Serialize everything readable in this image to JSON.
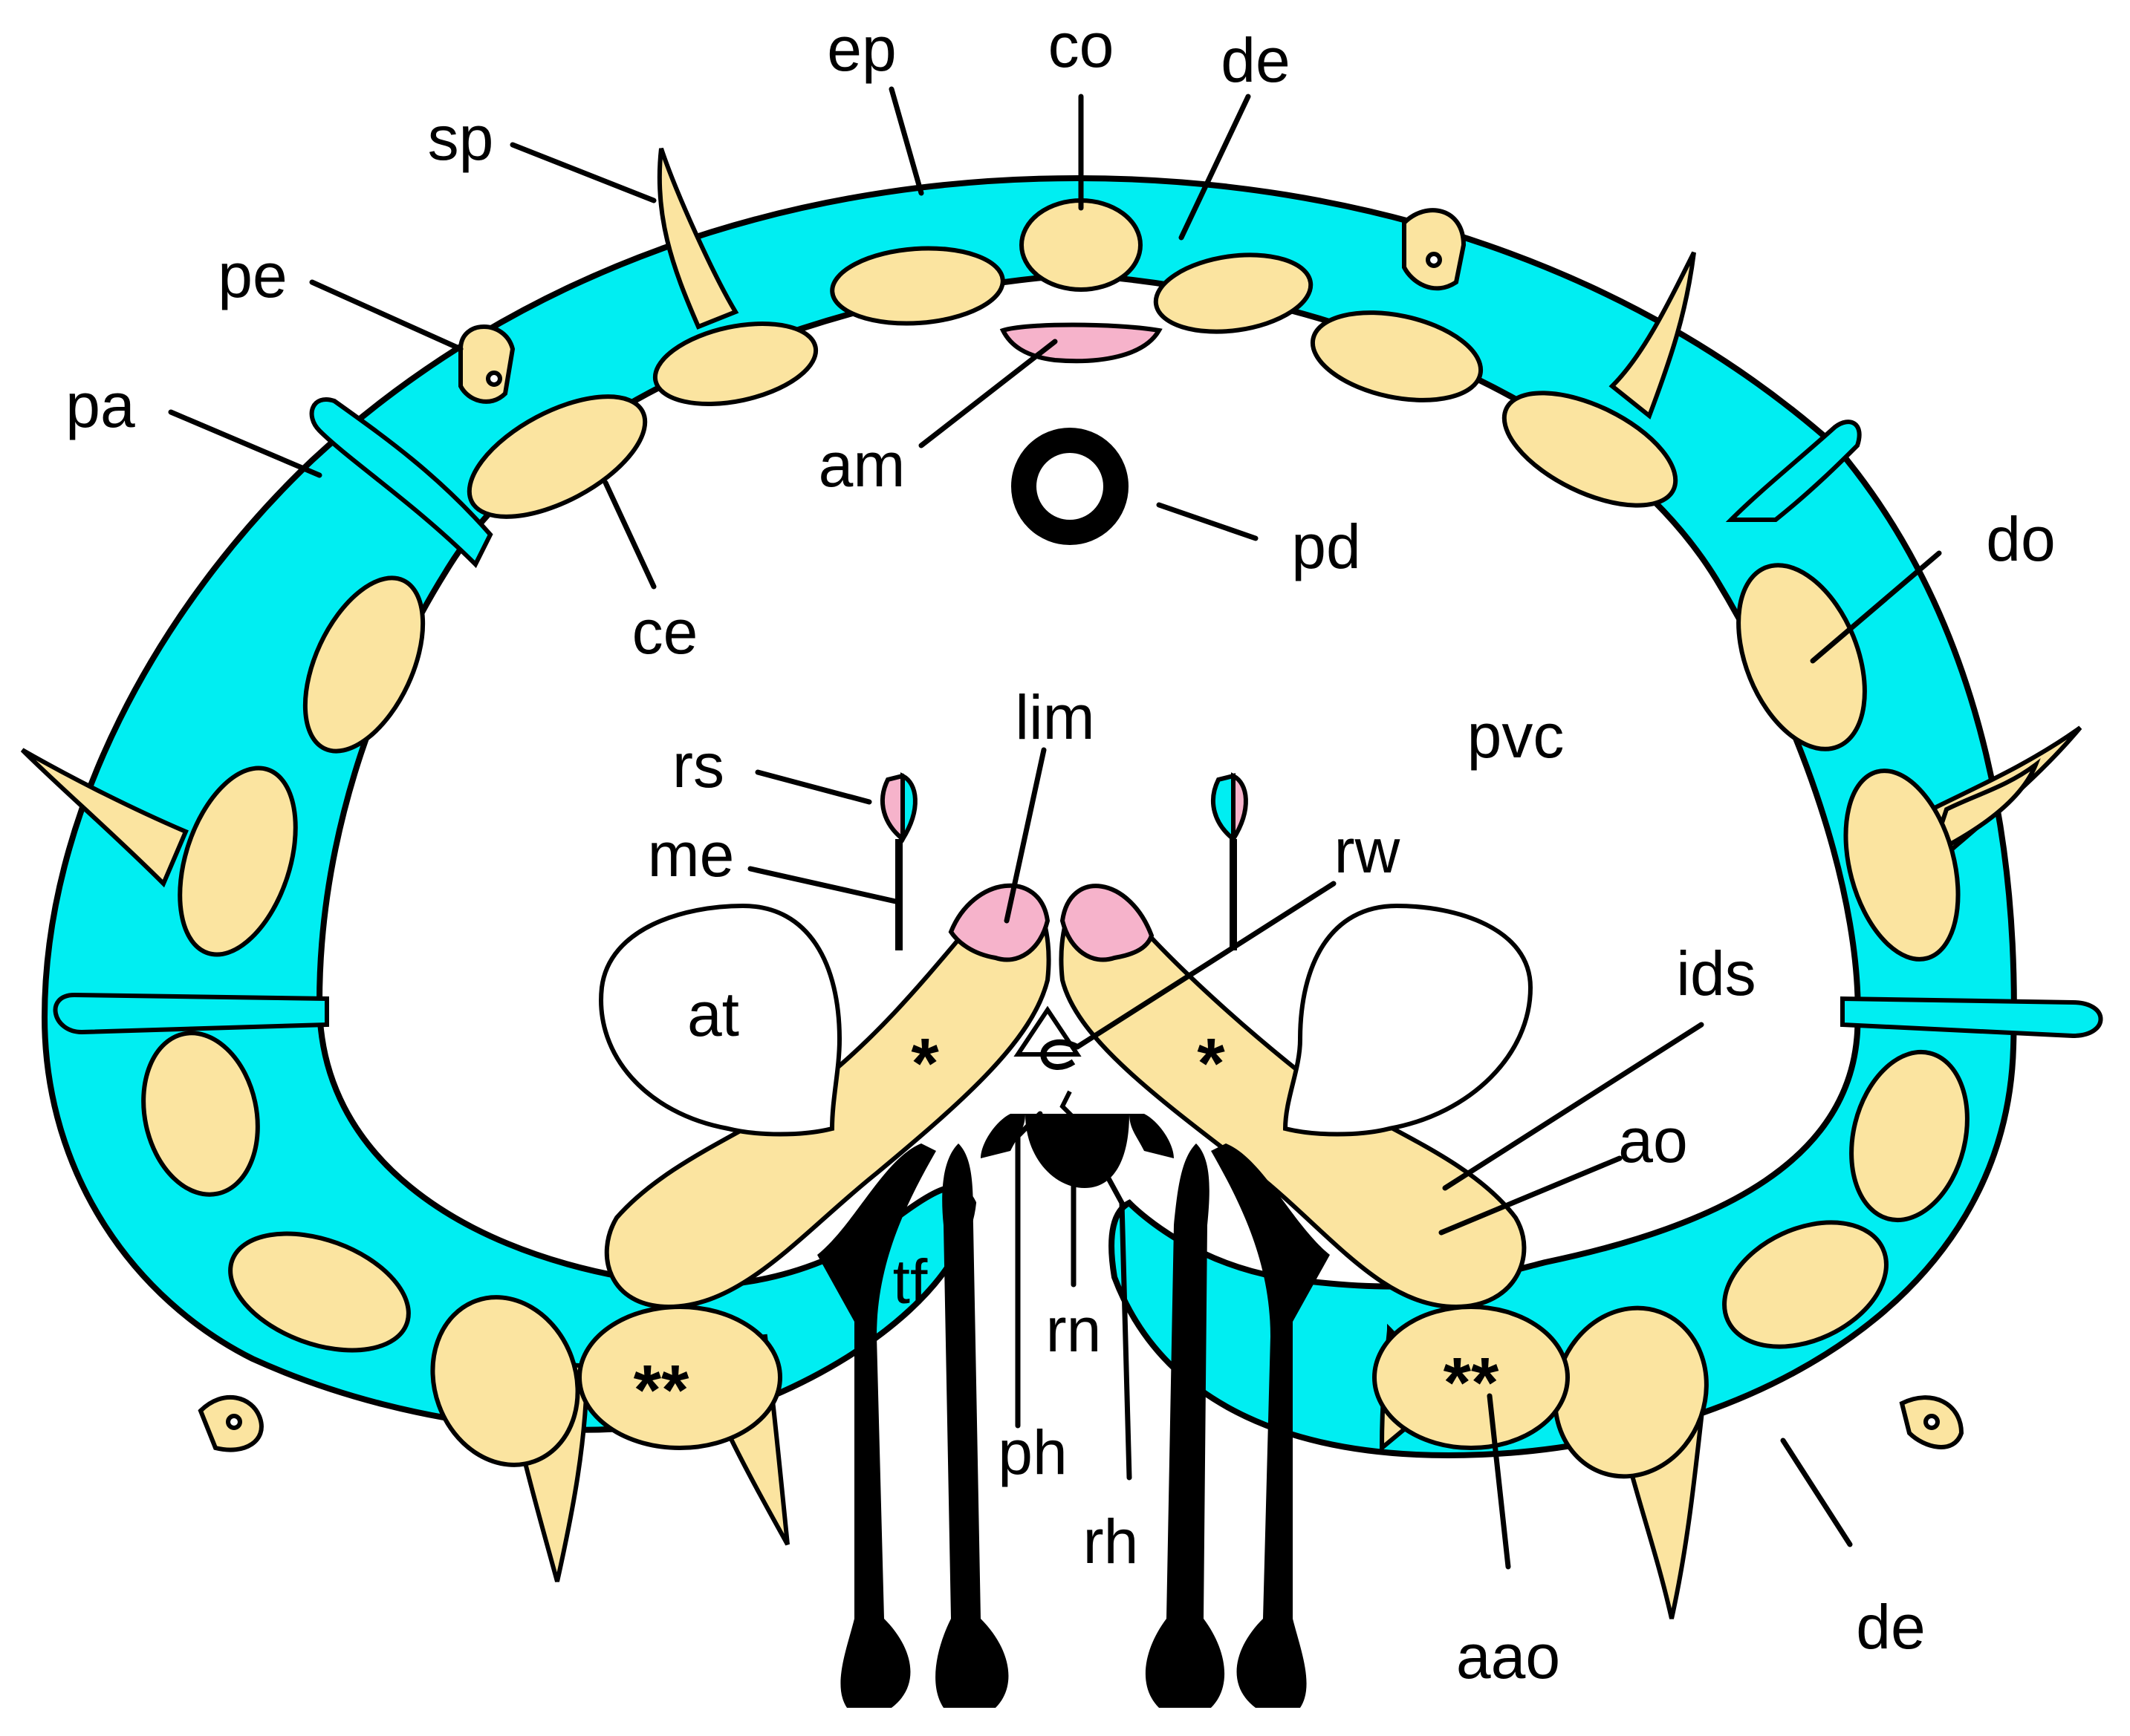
{
  "colors": {
    "dermis": "#00eef2",
    "ossicle": "#fbe4a0",
    "muscle": "#f6b3cb",
    "outline": "#000000",
    "background": "#ffffff"
  },
  "labels": {
    "ep": "ep",
    "co": "co",
    "de_top": "de",
    "sp": "sp",
    "pe": "pe",
    "pa": "pa",
    "am": "am",
    "pd": "pd",
    "ce": "ce",
    "do": "do",
    "rs": "rs",
    "lim": "lim",
    "pvc": "pvc",
    "me": "me",
    "rw": "rw",
    "at": "at",
    "ids": "ids",
    "ao": "ao",
    "tf": "tf",
    "rn": "rn",
    "ph": "ph",
    "rh": "rh",
    "aao": "aao",
    "de_bottom": "de",
    "star_left": "*",
    "star_right": "*",
    "double_star_left": "**",
    "double_star_right": "**"
  }
}
